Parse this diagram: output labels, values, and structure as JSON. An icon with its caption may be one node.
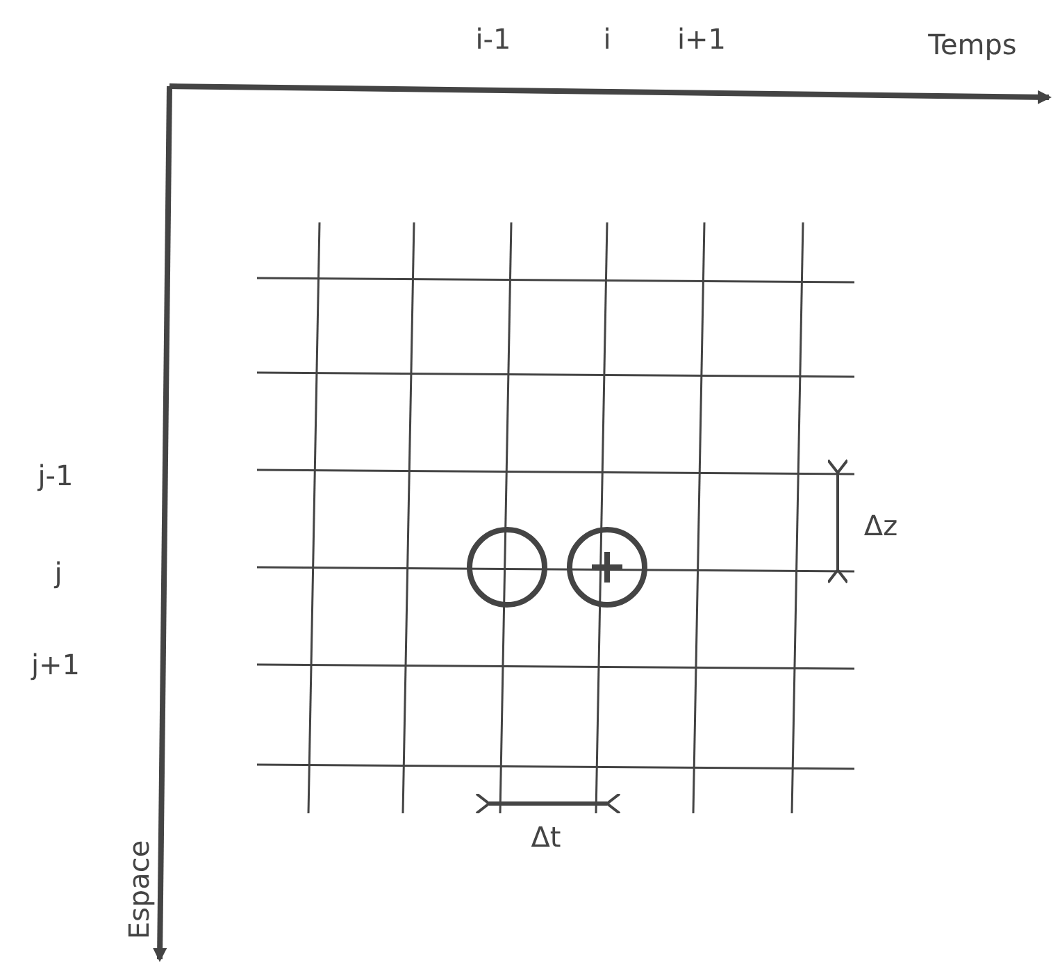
{
  "diagram": {
    "labels": [
      "i-1",
      "i",
      "i+1",
      "Temps",
      "j-1",
      "j",
      "j+1",
      "Δz",
      "Δt",
      "Espace"
    ]
  }
}
